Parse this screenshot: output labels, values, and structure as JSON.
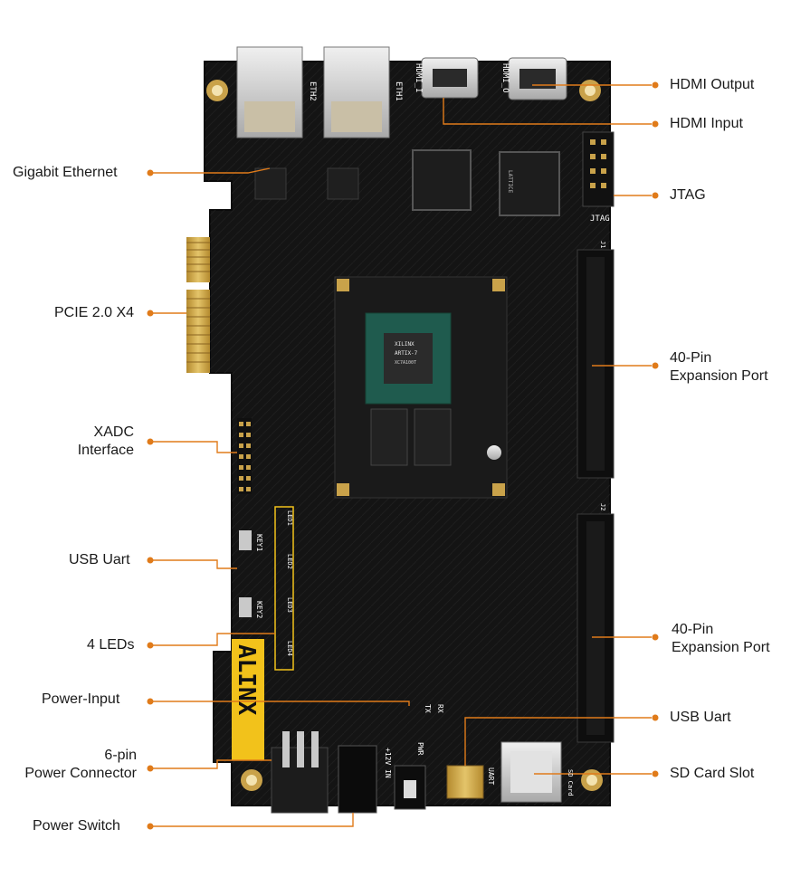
{
  "brand": "ALINX",
  "board_markings": {
    "eth1": "ETH1",
    "eth2": "ETH2",
    "hdmi_i": "HDMI_I",
    "hdmi_o": "HDMI_O",
    "jtag": "JTAG",
    "key1": "KEY1",
    "key2": "KEY2",
    "led1": "LED1",
    "led2": "LED2",
    "led3": "LED3",
    "led4": "LED4",
    "pwr": "PWR",
    "tx": "TX",
    "rx": "RX",
    "uart": "UART",
    "sd_card": "SD Card",
    "power_in": "+12V IN",
    "chip_brand": "XILINX",
    "chip_family": "ARTIX-7",
    "fpga_model": "XC7A100T",
    "lattice": "LATTICE",
    "j1": "J1",
    "j2": "J2"
  },
  "callouts": {
    "left": [
      {
        "text": "Gigabit Ethernet"
      },
      {
        "text": "PCIE 2.0 X4"
      },
      {
        "line1": "XADC",
        "line2": "Interface"
      },
      {
        "text": "USB Uart"
      },
      {
        "text": "4 LEDs"
      },
      {
        "text": "Power-Input"
      },
      {
        "line1": "6-pin",
        "line2": "Power Connector"
      },
      {
        "text": "Power Switch"
      }
    ],
    "right": [
      {
        "text": "HDMI Output"
      },
      {
        "text": "HDMI Input"
      },
      {
        "text": "JTAG"
      },
      {
        "line1": "40-Pin",
        "line2": "Expansion Port"
      },
      {
        "line1": "40-Pin",
        "line2": "Expansion Port"
      },
      {
        "text": "USB Uart"
      },
      {
        "text": "SD Card Slot"
      }
    ]
  },
  "colors": {
    "accent": "#e07b1a",
    "pcb": "#141414",
    "gold": "#c9a24a",
    "brand_yellow": "#f2c21b"
  }
}
